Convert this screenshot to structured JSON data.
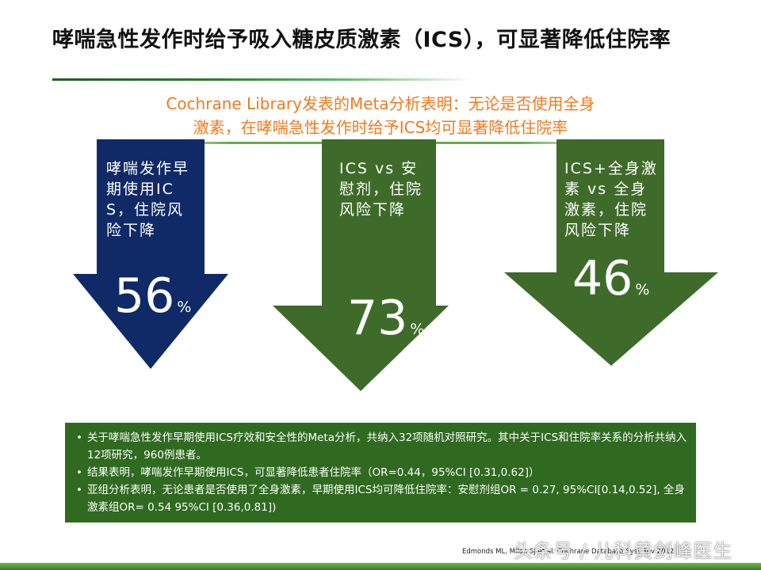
{
  "title": "哮喘急性发作时给予吸入糖皮质激素（ICS），可显著降低住院率",
  "subtitle": {
    "line1": "Cochrane Library发表的Meta分析表明：无论是否使用全身",
    "line2": "激素，在哮喘急性发作时给予ICS均可显著降低住院率"
  },
  "arrows": [
    {
      "label": "哮喘发作早期使用ICS，住院风险下降",
      "value": "56",
      "unit": "%",
      "color": "#0f2a66"
    },
    {
      "label": "ICS vs 安慰剂，住院风险下降",
      "value": "73",
      "unit": "%",
      "color": "#3f6b2a"
    },
    {
      "label": "ICS+全身激素 vs 全身激素，住院风险下降",
      "value": "46",
      "unit": "%",
      "color": "#3f6b2a"
    }
  ],
  "bullets": [
    "关于哮喘急性发作早期使用ICS疗效和安全性的Meta分析，共纳入32项随机对照研究。其中关于ICS和住院率关系的分析共纳入12项研究，960例患者。",
    "结果表明，哮喘发作早期使用ICS，可显著降低患者住院率（OR=0.44，95%CI [0.31,0.62]）",
    "亚组分析表明，无论患者是否使用了全身激素，早期使用ICS均可降低住院率：安慰剂组OR = 0.27, 95%CI[0.14,0.52], 全身激素组OR= 0.54 95%CI [0.36,0.81])"
  ],
  "citation": "Edmonds ML, Milan SJ et al. Cochrane Database Syst Rev 2012",
  "watermark": "头条号 / 儿科黄剑峰医生"
}
